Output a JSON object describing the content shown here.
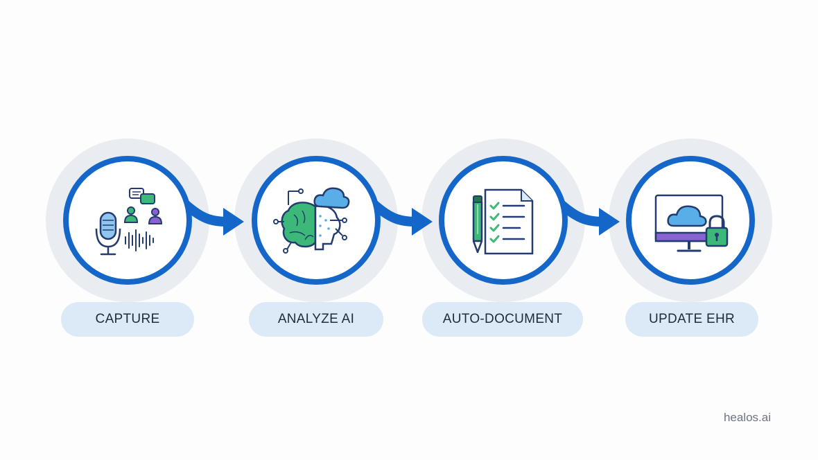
{
  "steps": [
    {
      "label": "CAPTURE",
      "icon": "microphone-conversation-icon"
    },
    {
      "label": "ANALYZE AI",
      "icon": "ai-brain-cloud-icon"
    },
    {
      "label": "AUTO-DOCUMENT",
      "icon": "checklist-document-pen-icon"
    },
    {
      "label": "UPDATE EHR",
      "icon": "secure-cloud-monitor-icon"
    }
  ],
  "watermark": "healos.ai",
  "colors": {
    "ring": "#1466c9",
    "halo": "#e9edf1",
    "pill": "#dceaf8",
    "icon_navy": "#233b6e",
    "icon_green": "#3cb878",
    "icon_sky": "#5aaee8",
    "icon_purple": "#8a63d2"
  }
}
